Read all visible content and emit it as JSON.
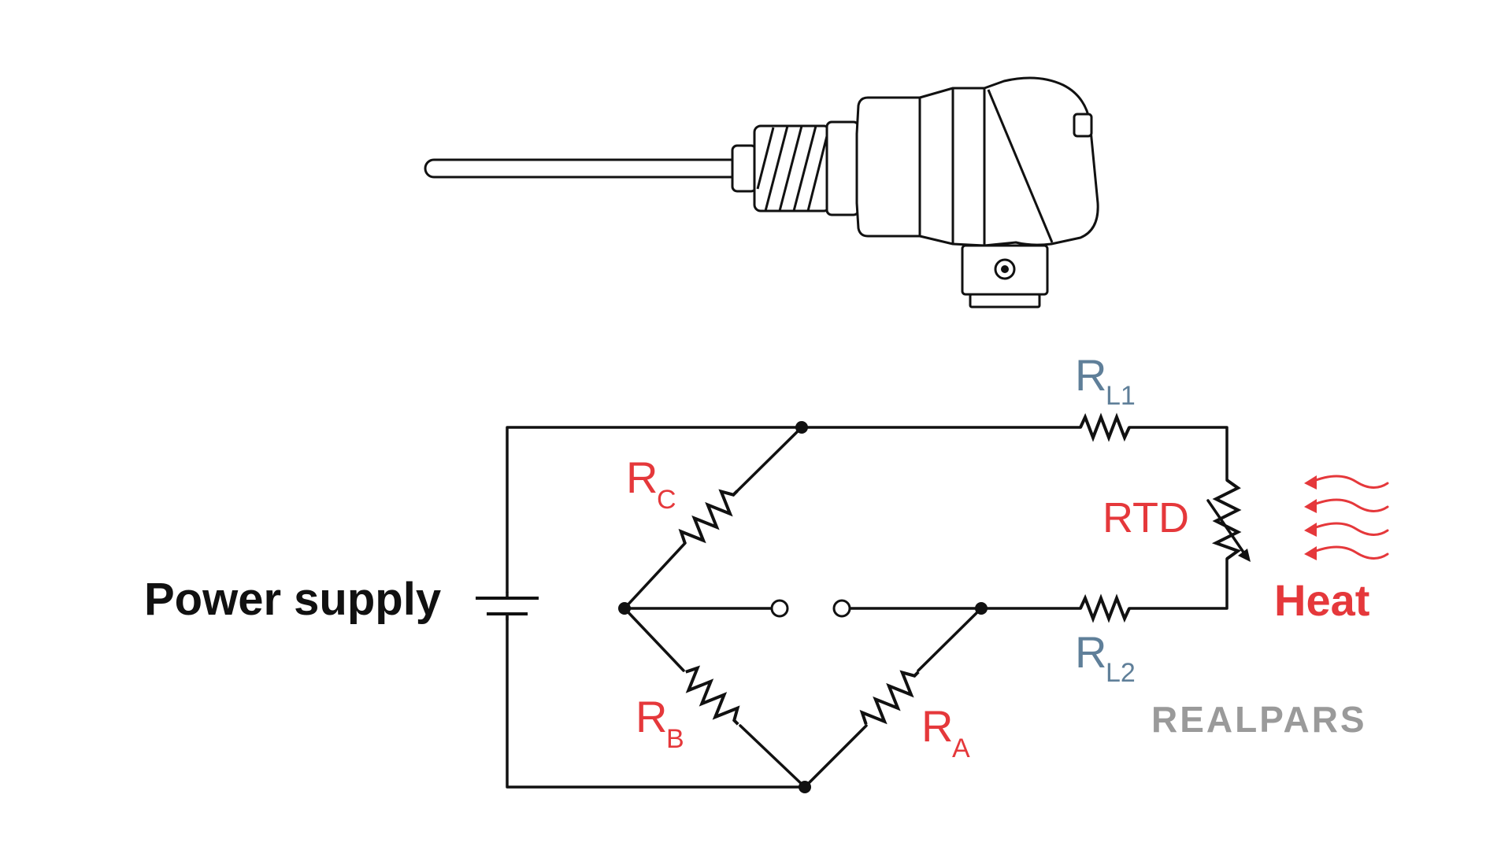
{
  "labels": {
    "power_supply": "Power supply",
    "rtd": "RTD",
    "heat": "Heat",
    "rc": {
      "main": "R",
      "sub": "C"
    },
    "rb": {
      "main": "R",
      "sub": "B"
    },
    "ra": {
      "main": "R",
      "sub": "A"
    },
    "rl1": {
      "main": "R",
      "sub": "L1"
    },
    "rl2": {
      "main": "R",
      "sub": "L2"
    }
  },
  "logo": {
    "text": "REALPARS"
  },
  "colors": {
    "resistor_label": "#e5383b",
    "lead_label": "#5f7f99",
    "heat": "#e5383b",
    "logo": "#9a9a9a",
    "wire": "#111111"
  },
  "icons": [
    "rtd-probe-illustration",
    "battery-symbol",
    "variable-resistor-arrow",
    "heat-waves-icon"
  ]
}
